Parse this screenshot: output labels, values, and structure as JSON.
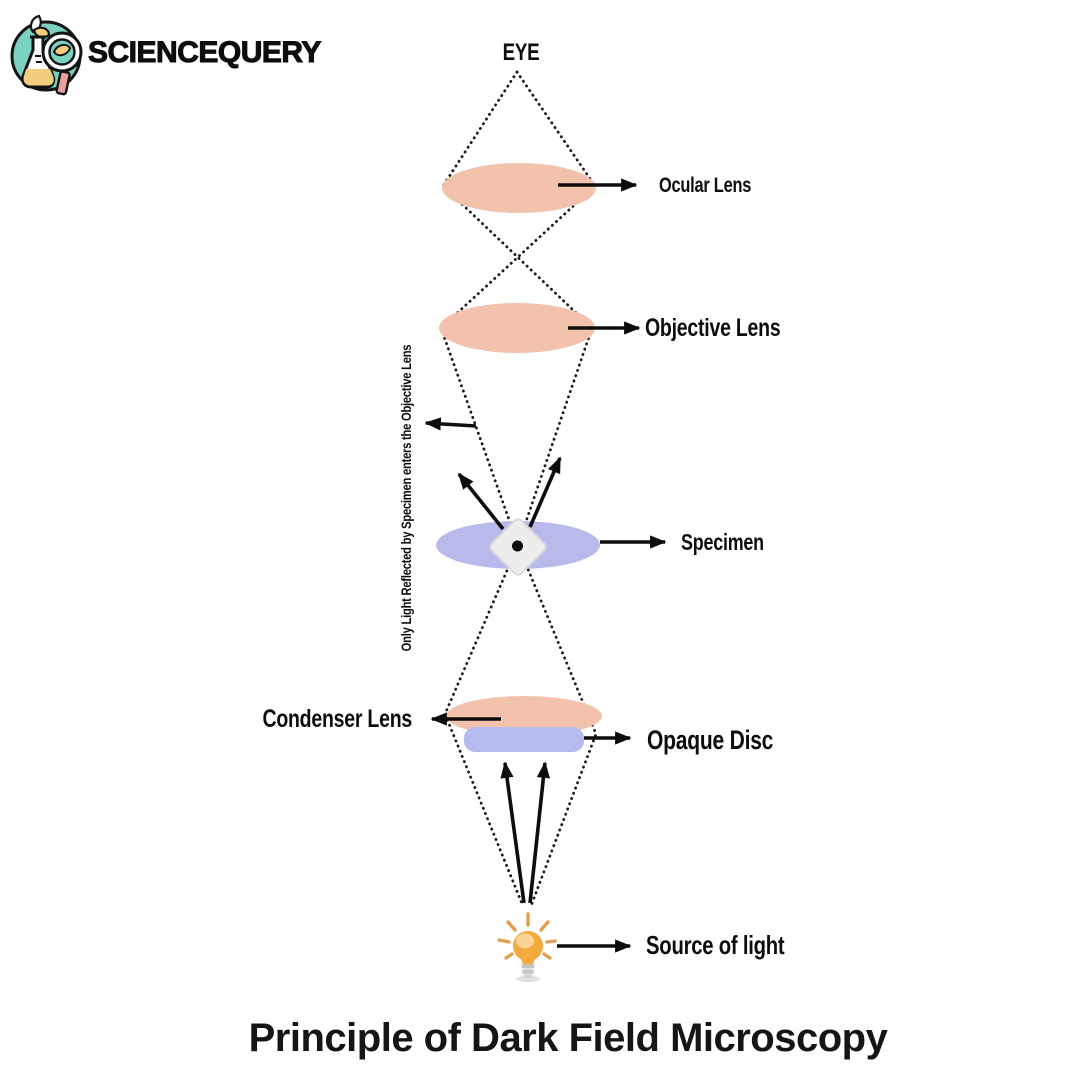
{
  "brand": {
    "name": "SCIENCEQUERY",
    "logo_icon": "flask-magnifier-icon"
  },
  "title": "Principle of Dark Field Microscopy",
  "diagram": {
    "labels": {
      "eye": "EYE",
      "ocular_lens": "Ocular Lens",
      "objective_lens": "Objective Lens",
      "specimen": "Specimen",
      "condenser_lens": "Condenser Lens",
      "opaque_disc": "Opaque Disc",
      "source_of_light": "Source of light",
      "reflected_note": "Only Light Reflected by Specimen enters the Objective Lens"
    },
    "icons": {
      "light_source": "lightbulb-icon"
    },
    "colors": {
      "lens": "#f2c2ad",
      "specimen": "#b7baeb",
      "opaque_disc": "#b8bbf2",
      "diamond": "#ededed",
      "diamond_edge": "#d8d8d8",
      "ink": "#0d0d0d",
      "logo_teal": "#7cd2c0",
      "logo_yellow": "#f2cd7e",
      "logo_pink": "#e8a29b",
      "bulb": "#f4a93d",
      "bulb_highlight": "#f9d59c",
      "ray": "#dfa050",
      "base_gray": "#c6c6c6"
    }
  }
}
